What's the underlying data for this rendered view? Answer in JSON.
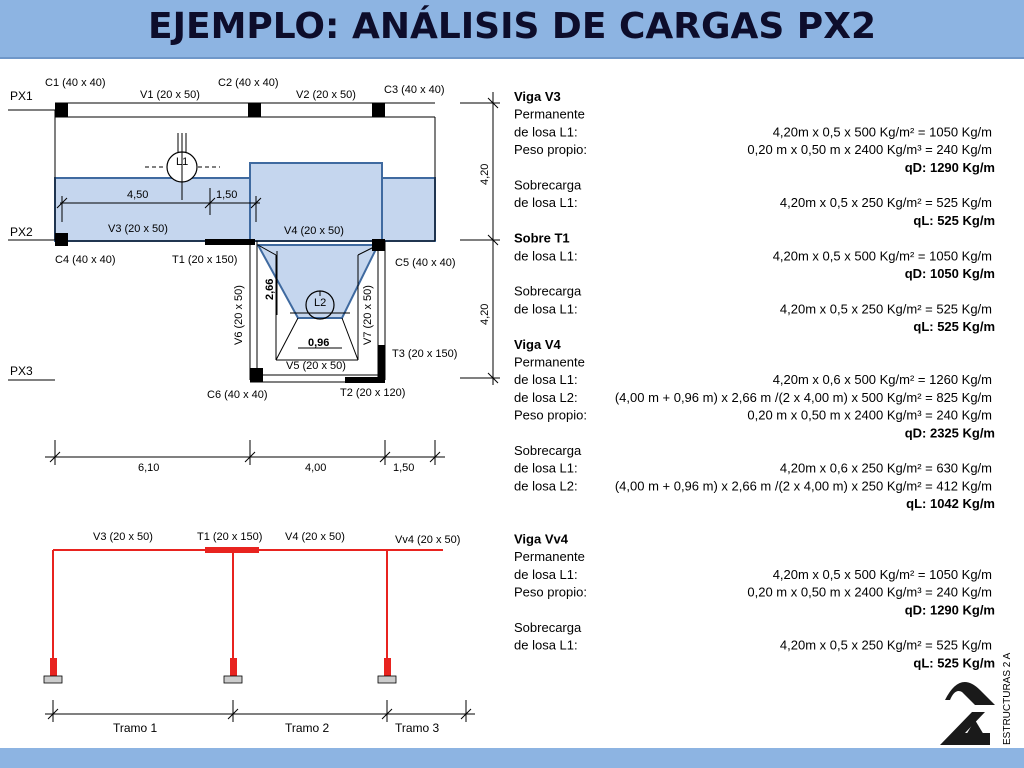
{
  "title": "EJEMPLO: ANÁLISIS DE CARGAS PX2",
  "plan": {
    "axes": [
      "PX1",
      "PX2",
      "PX3"
    ],
    "columns": {
      "c1": "C1 (40 x 40)",
      "c2": "C2 (40 x 40)",
      "c3": "C3 (40 x 40)",
      "c4": "C4 (40 x 40)",
      "c5": "C5 (40 x 40)",
      "c6": "C6 (40 x 40)"
    },
    "beams": {
      "v1": "V1 (20 x 50)",
      "v2": "V2 (20 x 50)",
      "v3": "V3 (20 x 50)",
      "v4": "V4 (20 x 50)",
      "v5": "V5 (20 x 50)",
      "v6": "V6 (20 x 50)",
      "v7": "V7 (20 x 50)",
      "t1": "T1 (20 x 150)",
      "t2": "T2 (20 x 120)",
      "t3": "T3 (20 x 150)"
    },
    "slabs": {
      "l1": "L1",
      "l2": "L2"
    },
    "dims": {
      "d450": "4,50",
      "d150a": "1,50",
      "d266": "2,66",
      "d096": "0,96",
      "v420a": "4,20",
      "v420b": "4,20",
      "h610": "6,10",
      "h400": "4,00",
      "h150": "1,50"
    }
  },
  "static_model": {
    "beams": {
      "v3": "V3 (20 x 50)",
      "t1": "T1 (20 x 150)",
      "v4": "V4 (20 x 50)",
      "vv4": "Vv4 (20 x 50)"
    },
    "spans": [
      "Tramo 1",
      "Tramo 2",
      "Tramo 3"
    ]
  },
  "calc": [
    {
      "label": "Viga V3",
      "value": "",
      "bold": true
    },
    {
      "label": "Permanente",
      "value": ""
    },
    {
      "label": "de losa L1:",
      "value": "4,20m x 0,5 x 500 Kg/m² = 1050 Kg/m"
    },
    {
      "label": "Peso propio:",
      "value": "0,20 m x 0,50 m x 2400 Kg/m³ =   240 Kg/m"
    },
    {
      "label": "",
      "value": "qD:   1290 Kg/m",
      "total": true
    },
    {
      "label": "Sobrecarga",
      "value": ""
    },
    {
      "label": "de losa L1:",
      "value": "4,20m x 0,5 x 250 Kg/m² = 525 Kg/m"
    },
    {
      "label": "",
      "value": "qL:    525 Kg/m",
      "total": true
    },
    {
      "label": "Sobre T1",
      "value": "",
      "bold": true
    },
    {
      "label": "de losa L1:",
      "value": "4,20m x 0,5 x 500 Kg/m² = 1050 Kg/m"
    },
    {
      "label": "",
      "value": "qD:   1050 Kg/m",
      "total": true
    },
    {
      "label": "Sobrecarga",
      "value": ""
    },
    {
      "label": "de losa L1:",
      "value": "4,20m x 0,5 x 250 Kg/m² = 525 Kg/m"
    },
    {
      "label": "",
      "value": "qL:    525 Kg/m",
      "total": true
    },
    {
      "label": "Viga V4",
      "value": "",
      "bold": true
    },
    {
      "label": "Permanente",
      "value": ""
    },
    {
      "label": "de losa L1:",
      "value": "4,20m x 0,6 x 500 Kg/m² = 1260 Kg/m"
    },
    {
      "label": "de losa L2:",
      "value": "(4,00 m + 0,96 m) x 2,66 m /(2 x 4,00 m) x 500 Kg/m² =   825 Kg/m"
    },
    {
      "label": "Peso propio:",
      "value": "0,20 m x 0,50 m x 2400 Kg/m³ =   240 Kg/m"
    },
    {
      "label": "",
      "value": "qD:   2325 Kg/m",
      "total": true
    },
    {
      "label": "Sobrecarga",
      "value": ""
    },
    {
      "label": "de losa L1:",
      "value": "4,20m x 0,6 x 250 Kg/m² = 630 Kg/m"
    },
    {
      "label": "de losa L2:",
      "value": "(4,00 m + 0,96 m) x 2,66 m /(2 x 4,00 m) x 250 Kg/m² = 412 Kg/m"
    },
    {
      "label": "",
      "value": "qL:   1042 Kg/m",
      "total": true
    },
    {
      "label": "",
      "value": ""
    },
    {
      "label": "Viga Vv4",
      "value": "",
      "bold": true
    },
    {
      "label": "Permanente",
      "value": ""
    },
    {
      "label": "de losa L1:",
      "value": "4,20m x 0,5 x 500 Kg/m² = 1050 Kg/m"
    },
    {
      "label": "Peso propio:",
      "value": "0,20 m x 0,50 m x 2400 Kg/m³ =   240 Kg/m"
    },
    {
      "label": "",
      "value": "qD:   1290 Kg/m",
      "total": true
    },
    {
      "label": "Sobrecarga",
      "value": ""
    },
    {
      "label": "de losa L1:",
      "value": "4,20m x 0,5 x 250 Kg/m² = 525 Kg/m"
    },
    {
      "label": "",
      "value": "qL:    525 Kg/m",
      "total": true
    }
  ],
  "logo": {
    "text": "ESTRUCTURAS 2 A"
  },
  "colors": {
    "header": "#8db4e2",
    "slab": "#c5d6ee",
    "slab_border": "#3f6aa0",
    "static": "#e8231f"
  }
}
